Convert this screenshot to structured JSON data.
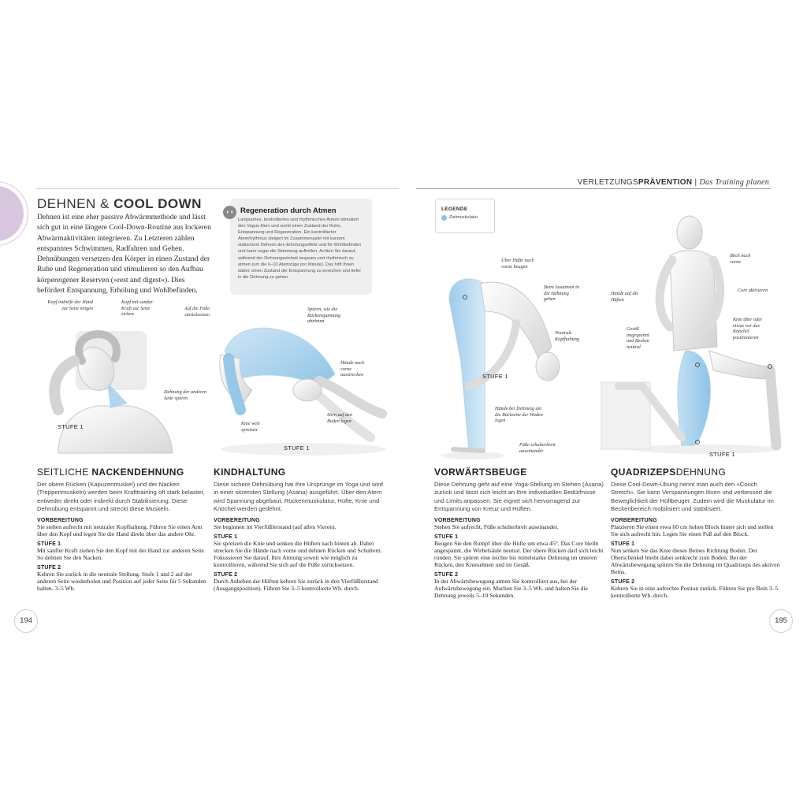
{
  "header": {
    "section_light": "VERLETZUNGS",
    "section_bold": "PRÄVENTION",
    "separator": "|",
    "chapter": "Das Training planen"
  },
  "title": {
    "light": "DEHNEN & ",
    "bold": "COOL DOWN"
  },
  "intro": "Dehnen ist eine eher passive Abwärmmethode und lässt sich gut in eine längere Cool-Down-Routine aus lockeren Abwärmaktivitäten integrieren. Zu Letzteren zählen entspanntes Schwimmen, Radfahren und Gehen. Dehnübungen versetzen den Körper in einen Zustand der Ruhe und Regeneration und stimulieren so den Aufbau körpereigener Reserven (»rest and digest«). Dies befördert Entspannung, Erholung und Wohlbefinden.",
  "infobox": {
    "icon": "lung-icon",
    "title": "Regeneration durch Atmen",
    "text": "Langsames, kontrolliertes und rhythmisches Atmen stimuliert den Vagus-Nerv und somit einen Zustand der Ruhe, Entspannung und Regeneration. Ein kontrollierter Atemrhythmus steigert im Zusammenspiel mit kurzem statischem Dehnen den Erholungseffekt und Ihr Wohlbefinden und kann sogar die Stimmung aufhellen. Achten Sie darauf, während der Dehnungseinheit langsam und rhythmisch zu atmen (um die 6–10 Atemzüge pro Minute). Das hilft Ihnen dabei, einen Zustand der Entspannung zu erreichen und tiefer in die Dehnung zu gehen."
  },
  "legend": {
    "title": "LEGENDE",
    "label": "Zielmuskulatur",
    "color": "#8fc3e6"
  },
  "figures": {
    "neck": {
      "stufe": "STUFE 1",
      "labels": [
        "Kopf mithilfe der Hand zur Seite neigen",
        "Kopf mit sanfter Kraft zur Seite ziehen",
        "Dehnung der anderen Seite spüren"
      ]
    },
    "child": {
      "stufe": "STUFE 1",
      "labels": [
        "Auf die Füße zurücksetzen",
        "Spüren, wie die Rückenspannung abnimmt",
        "Hände nach vorne ausstrecken",
        "Stirn auf den Boden legen",
        "Knie weit spreizen"
      ]
    },
    "forward": {
      "stufe": "STUFE 1",
      "labels": [
        "Über Hüfte nach vorne beugen",
        "Beim Ausatmen in die Dehnung gehen",
        "Neutrale Kopfhaltung",
        "Hände bei Dehnung um die Rückseite der Waden legen",
        "Füße schulterbreit auseinander"
      ]
    },
    "quad": {
      "stufe": "STUFE 1",
      "labels": [
        "Blick nach vorne",
        "Hände auf die Hüften",
        "Core aktivieren",
        "Gesäß angespannt und Becken neutral",
        "Knie über oder etwas vor das Knöchel positionieren"
      ]
    }
  },
  "columns": [
    {
      "title_light": "SEITLICHE ",
      "title_bold": "NACKENDEHNUNG",
      "title_order": "light-bold",
      "intro": "Der obere Rücken (Kapuzenmuskel) und der Nacken (Treppenmuskeln) werden beim Krafttraining oft stark belastet, entweder direkt oder indirekt durch Stabilisierung. Diese Dehnübung entspannt und streckt diese Muskeln.",
      "sections": [
        {
          "heading": "VORBEREITUNG",
          "text": "Sie stehen aufrecht mit neutraler Kopfhaltung. Führen Sie einen Arm über den Kopf und legen Sie die Hand direkt über das andere Ohr."
        },
        {
          "heading": "STUFE 1",
          "text": "Mit sanfter Kraft ziehen Sie den Kopf mit der Hand zur anderen Seite. So dehnen Sie den Nacken."
        },
        {
          "heading": "STUFE 2",
          "text": "Kehren Sie zurück in die neutrale Stellung. Stufe 1 und 2 auf der anderen Seite wiederholen und Position auf jeder Seite für 5 Sekunden halten. 3–5 Wh."
        }
      ]
    },
    {
      "title_light": "",
      "title_bold": "KINDHALTUNG",
      "title_order": "bold",
      "intro": "Diese sichere Dehnübung hat ihre Ursprünge im Yoga und wird in einer sitzenden Stellung (Asana) ausgeführt. Über den Atem wird Spannung abgebaut. Rückenmuskulatur, Hüfte, Knie und Knöchel werden gedehnt.",
      "sections": [
        {
          "heading": "VORBEREITUNG",
          "text": "Sie beginnen im Vierfüßlerstand (auf allen Vieren)."
        },
        {
          "heading": "STUFE 1",
          "text": "Sie spreizen die Knie und senken die Hüften nach hinten ab. Dabei strecken Sie die Hände nach vorne und dehnen Rücken und Schultern. Fokussieren Sie darauf, Ihre Atmung soweit wie möglich zu kontrollieren, während Sie sich auf die Füße zurücksetzen."
        },
        {
          "heading": "STUFE 2",
          "text": "Durch Anheben der Hüften kehren Sie zurück in den Vierfüßlerstand (Ausgangsposition). Führen Sie 3–5 kontrollierte Wh. durch."
        }
      ]
    },
    {
      "title_light": "",
      "title_bold": "VORWÄRTSBEUGE",
      "title_order": "bold",
      "intro": "Diese Dehnung geht auf eine Yoga-Stellung im Stehen (Asana) zurück und lässt sich leicht an Ihre individuellen Bedürfnisse und Limits anpassen. Sie eignet sich hervorragend zur Entspannung von Kreuz und Hüften.",
      "sections": [
        {
          "heading": "VORBEREITUNG",
          "text": "Stehen Sie aufrecht, Füße schulterbreit auseinander."
        },
        {
          "heading": "STUFE 1",
          "text": "Beugen Sie den Rumpf über die Hüfte um etwa 45°. Das Core bleibt angespannt, die Wirbelsäule neutral. Der obere Rücken darf sich leicht runden. Sie spüren eine leichte bis mittelstarke Dehnung im unteren Rücken, den Kniesehnen und im Gesäß."
        },
        {
          "heading": "STUFE 2",
          "text": "In der Abwärtsbewegung atmen Sie kontrolliert aus, bei der Aufwärtsbewegung ein. Machen Sie 3–5 Wh. und halten Sie die Dehnung jeweils 5–10 Sekunden."
        }
      ]
    },
    {
      "title_light": "DEHNUNG",
      "title_bold": "QUADRIZEPS",
      "title_order": "bold-light",
      "intro": "Diese Cool-Down-Übung nennt man auch den »Couch Stretch«. Sie kann Verspannungen lösen und verbessert die Beweglichkeit der Hüftbeuger. Zudem wird die Muskulatur im Beckenbereich mobilisiert und stabilisiert.",
      "sections": [
        {
          "heading": "VORBEREITUNG",
          "text": "Platzieren Sie einen etwa 60 cm hohen Block hinter sich und stellen Sie sich aufrecht hin. Legen Sie einen Fuß auf den Block."
        },
        {
          "heading": "STUFE 1",
          "text": "Nun senken Sie das Knie dieses Beines Richtung Boden. Der Oberschenkel bleibt dabei senkrecht zum Boden. Bei der Abwärtsbewegung spüren Sie die Dehnung im Quadrizeps des aktiven Beins."
        },
        {
          "heading": "STUFE 2",
          "text": "Kehren Sie in eine aufrechte Postion zurück. Führen Sie pro Bein 3–5 kontrollierte Wh. durch."
        }
      ]
    }
  ],
  "page_numbers": {
    "left": "194",
    "right": "195"
  }
}
